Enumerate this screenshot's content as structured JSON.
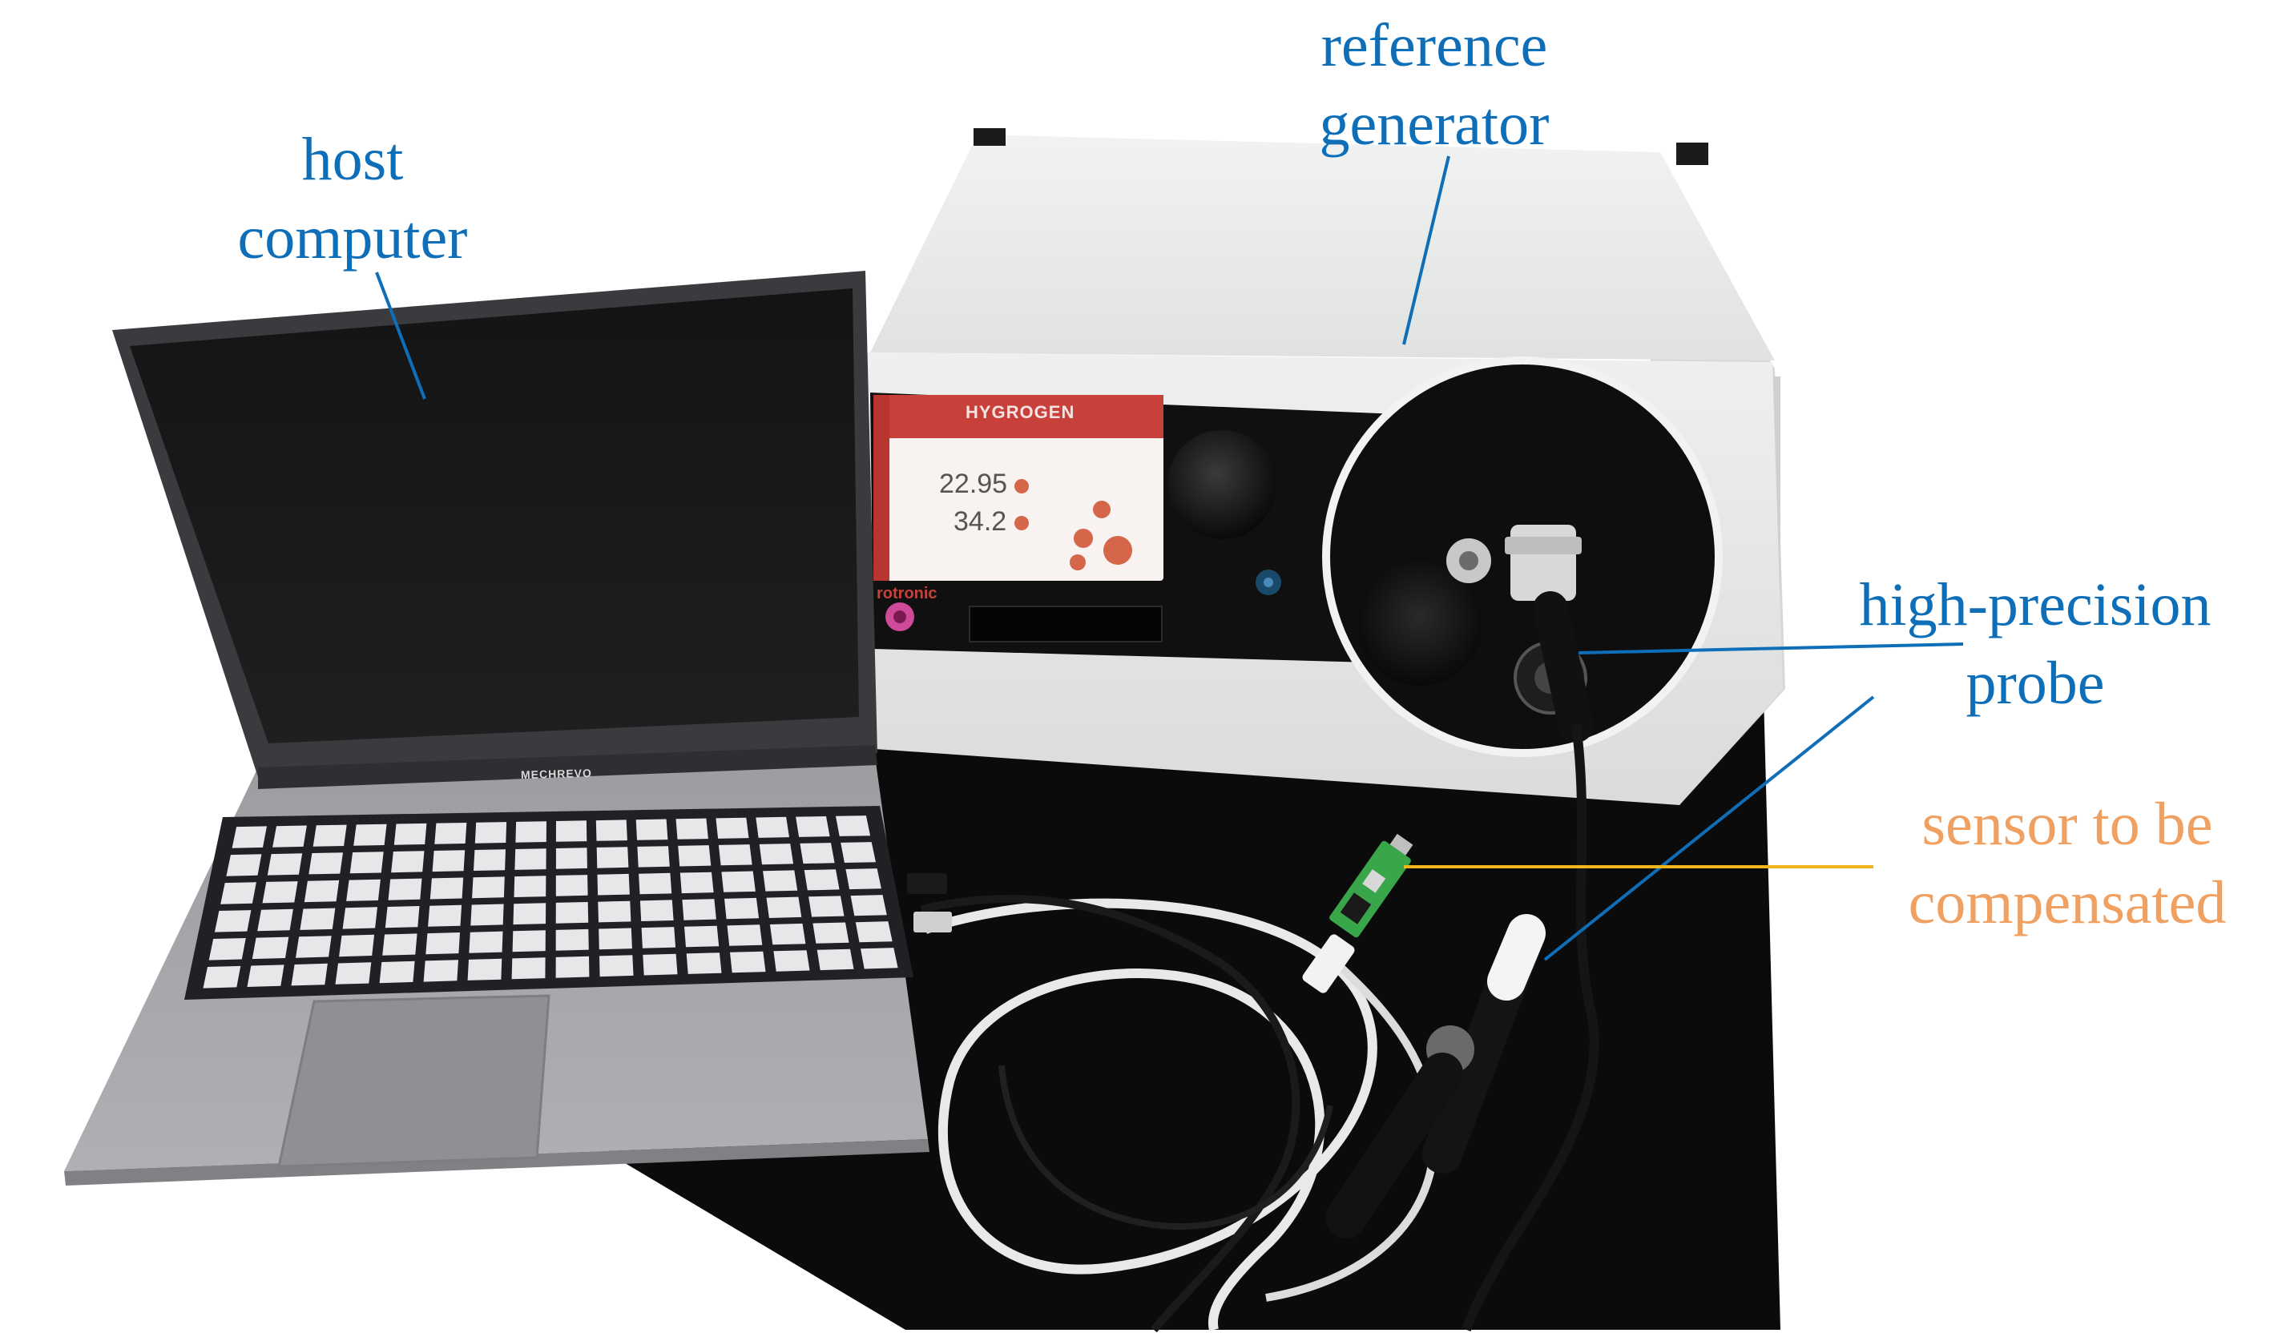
{
  "colors": {
    "label_blue": "#0f6eb8",
    "label_orange": "#f0a060",
    "leader_yellow": "#f2b51c",
    "bench_black": "#0b0b0c",
    "device_white": "#eceeee",
    "screen_red": "#c8403a"
  },
  "labels": {
    "host": [
      "host",
      "computer"
    ],
    "reference": [
      "reference",
      "generator"
    ],
    "probe": [
      "high-precision",
      "probe"
    ],
    "sensor": [
      "sensor to be",
      "compensated"
    ]
  },
  "generator_display": {
    "logo_text": "HYGROGEN",
    "temperature": "22.95",
    "humidity": "34.2",
    "brand": "rotronic"
  },
  "laptop_brand": "MECHREVO"
}
